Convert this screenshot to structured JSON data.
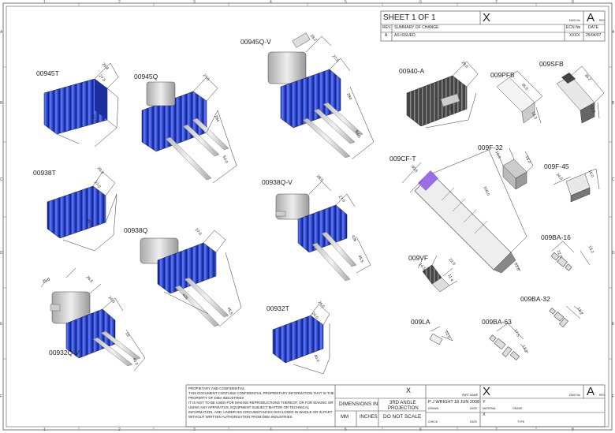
{
  "zones": {
    "cols": [
      "1",
      "2",
      "3",
      "4",
      "5",
      "6",
      "7",
      "8"
    ],
    "rows": [
      "A",
      "B",
      "C",
      "D",
      "E",
      "F"
    ]
  },
  "header": {
    "sheet": "SHEET 1 OF 1",
    "x": "X",
    "dwg_no": "DWG No",
    "a": "A",
    "rev": "REV",
    "col_rev": "REV.",
    "col_summary": "SUMMARY OF CHANGE",
    "col_ecn": "ECN No",
    "col_date": "DATE",
    "row_rev": "A",
    "row_summary": "AS ISSUED",
    "row_ecn": "XXXX",
    "row_date": "25/04/07"
  },
  "parts": {
    "p00945T": {
      "name": "00945T",
      "dims": [
        "29.8",
        "27.5",
        "54.0"
      ]
    },
    "p00945Q": {
      "name": "00945Q",
      "dims": [
        "27.5",
        "284",
        "54.0"
      ]
    },
    "p00945QV": {
      "name": "00945Q-V",
      "dims": [
        "28.2",
        "27.5",
        "284",
        "54.0"
      ]
    },
    "p00940A": {
      "name": "00940-A",
      "dims": [
        "29.0",
        "55.0"
      ]
    },
    "p009PFB": {
      "name": "009PFB",
      "dims": [
        "35.0",
        "12.3"
      ]
    },
    "p009SFB": {
      "name": "009SFB",
      "dims": [
        "35.2",
        "12.2"
      ]
    },
    "p00938T": {
      "name": "00938T",
      "dims": [
        "29.0",
        "27.0",
        "45.5"
      ]
    },
    "p00938QV": {
      "name": "00938Q-V",
      "dims": [
        "28.0",
        "27.0",
        "426",
        "45.5"
      ]
    },
    "p009CFT": {
      "name": "009CF-T",
      "dims": [
        "40.6",
        "100.0",
        "22.8"
      ]
    },
    "p009F32": {
      "name": "009F-32",
      "dims": [
        "16.0",
        "15.0"
      ]
    },
    "p009F45": {
      "name": "009F-45",
      "dims": [
        "24.0",
        "15.0"
      ]
    },
    "p00938Q": {
      "name": "00938Q",
      "dims": [
        "27.0",
        "426",
        "45.5"
      ]
    },
    "p009BA16": {
      "name": "009BA-16",
      "dims": [
        "22.0",
        "13.2"
      ]
    },
    "p009VF": {
      "name": "009VF",
      "dims": [
        "14.5",
        "22.0",
        "11.4"
      ]
    },
    "p00932QV": {
      "name": "00932Q-V",
      "dims": [
        "25.0",
        "26.5",
        "24.0",
        "15",
        "40.0"
      ]
    },
    "p00932T": {
      "name": "00932T",
      "dims": [
        "26.0",
        "24.0",
        "40.0"
      ]
    },
    "p009BA32": {
      "name": "009BA-32",
      "dims": [
        "13.2"
      ]
    },
    "p009LA": {
      "name": "009LA",
      "dims": [
        "12.0"
      ]
    },
    "p009BA63": {
      "name": "009BA-63",
      "dims": [
        "17.5",
        "13.2"
      ]
    }
  },
  "footer": {
    "notice": [
      "PROPIETARY AND CONFIDENTIAL",
      "THIS DOCUMENT CONTAINS CONFIDENTIAL PROPRIETARY INFORMATION THAT IS THE",
      "PROPERTY OF DIBA INDUSTRIES",
      "IT IS NOT TO BE USED FOR MAKING REPRODUCTIONS THEREOF, OR FOR MAKING OR",
      "USING ANY APPARATUS, EQUIPMENT SUBJECT MATTER OR TECHNICAL",
      "INFORMATION, AND, UNDER NO CIRCUMSTANCES DISCLOSED IN WHOLE OR IN PART",
      "WITHOUT WRITTEN AUTHORISATION FROM DIBA INDUSTRIES"
    ],
    "dimensions_in": "DIMENSIONS IN",
    "mm": "MM",
    "inches": "INCHES",
    "projection": [
      "3RD ANGLE",
      "PROJECTION"
    ],
    "do_not_scale": "DO NOT SCALE",
    "title_x": "X",
    "part_name": "PART NAME",
    "part_x": "X",
    "dwg_no": "DWG No",
    "a": "A",
    "rev": "REV",
    "drawn_by": "P J WRIGHT",
    "drawn_date": "18 JUN 2008",
    "drawn_y": "Y",
    "drawn": "DRAWN",
    "date": "DATE",
    "material": "MATERIAL",
    "grade": "GRADE",
    "material_x": "X",
    "check": "CHECK",
    "date2": "DATE",
    "type": "TYPE"
  }
}
